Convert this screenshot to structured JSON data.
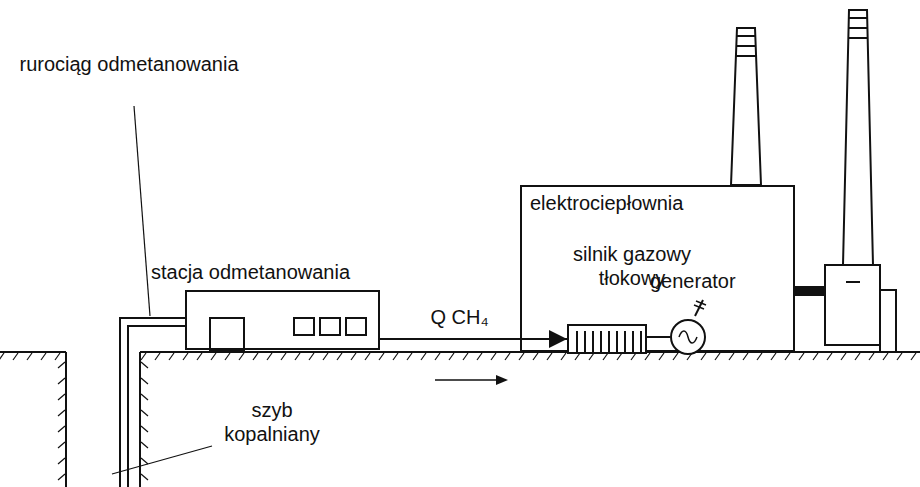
{
  "diagram": {
    "nodes": [
      {
        "text": [
          "stacja odmetanowania"
        ]
      },
      {
        "text": [
          "elektrociepłownia"
        ]
      },
      {
        "text": [
          "silnik gazowy tłokowy"
        ],
        "in": 1
      },
      {
        "text": [
          "generator"
        ],
        "in": 1
      }
    ],
    "edges": [
      {
        "from": 0,
        "to": 2,
        "arrow": "to",
        "label": "Q CH₄"
      },
      {
        "from": 2,
        "to": 3,
        "arrow": "none"
      }
    ],
    "labels": [
      "rurociąg odmetanowania",
      "szyb kopalniany"
    ]
  }
}
